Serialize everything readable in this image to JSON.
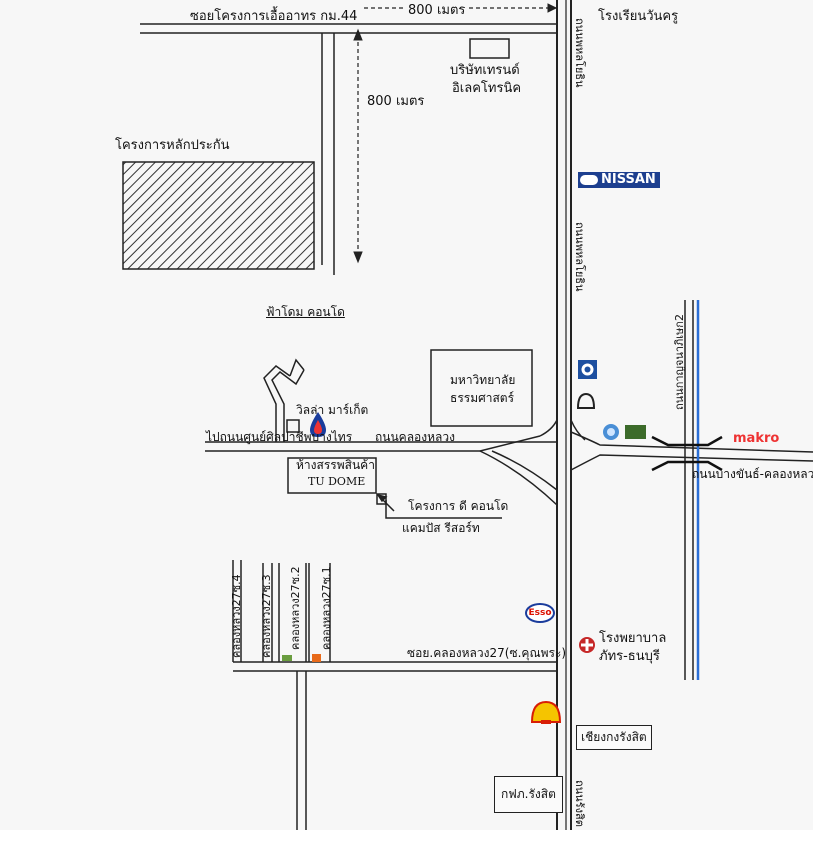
{
  "roads": {
    "top_soi": "ซอยโครงการเอื้ออาทร กม.44",
    "main_road_top": "ถนนพหลโยธิน",
    "main_road_mid": "ถนนพหลโยธิน",
    "main_road_bottom": "ถนนรังสิต",
    "khlong_luang": "ถนนคลองหลวง",
    "to_art_center": "ไปถนนศูนย์ศิลปาชีพบางไทร",
    "kanchanaphisek": "ถนนกาญจนาภิเษก2",
    "bangkhan": "ถนนบางขันธ์-คลองหลวง",
    "soi27_main": "ซอย.คลองหลวง27(ซ.คุณพระ)",
    "soi27_1": "คลองหลวง27ซ.1",
    "soi27_2": "คลองหลวง27ซ.2",
    "soi27_3": "คลองหลวง27ซ.3",
    "soi27_4": "คลองหลวง27ซ.4"
  },
  "distances": {
    "horizontal": "800 เมตร",
    "vertical": "800 เมตร"
  },
  "places": {
    "school": "โรงเรียนวันครู",
    "trend_line1": "บริษัทเทรนด์",
    "trend_line2": "อิเลคโทรนิค",
    "project": "โครงการหลักประกัน",
    "nissan": "NISSAN",
    "fahome": "ฟ้าโดม คอนโด",
    "villa": "วิลล่า มาร์เก็ต",
    "university_line1": "มหาวิทยาลัย",
    "university_line2": "ธรรมศาสตร์",
    "mall_line1": "ห้างสรรพสินค้า",
    "mall_line2": "TU DOME",
    "dcondo": "โครงการ ดี คอนโด",
    "campus": "แคมปัส รีสอร์ท",
    "makro": "makro",
    "esso": "Esso",
    "hospital_line1": "โรงพยาบาล",
    "hospital_line2": "ภัทร-ธนบุรี",
    "chiang_kong": "เชียงกงรังสิต",
    "pea": "กฟภ.รังสิต"
  },
  "colors": {
    "road": "#222222",
    "canal": "#2b6fd6",
    "hatch": "#333333",
    "nissan_bg": "#1d3f8f",
    "makro_red": "#e33333",
    "shell_yellow": "#f5c400",
    "shell_red": "#d81e05"
  }
}
